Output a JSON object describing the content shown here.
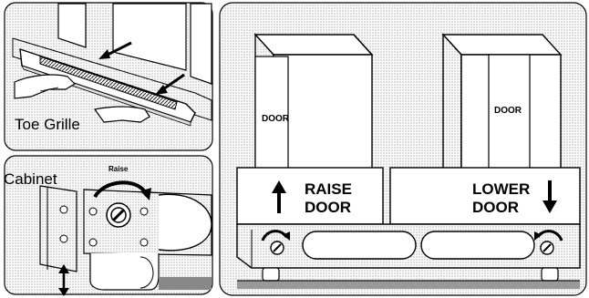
{
  "toe_grille_panel": {
    "label": "Toe Grille"
  },
  "cabinet_panel": {
    "cabinet_label": "Cabinet",
    "raise_label": "Raise"
  },
  "doors_panel": {
    "left_door_label": "DOOR",
    "right_door_label": "DOOR",
    "raise_door_line1": "RAISE",
    "raise_door_line2": "DOOR",
    "lower_door_line1": "LOWER",
    "lower_door_line2": "DOOR"
  }
}
